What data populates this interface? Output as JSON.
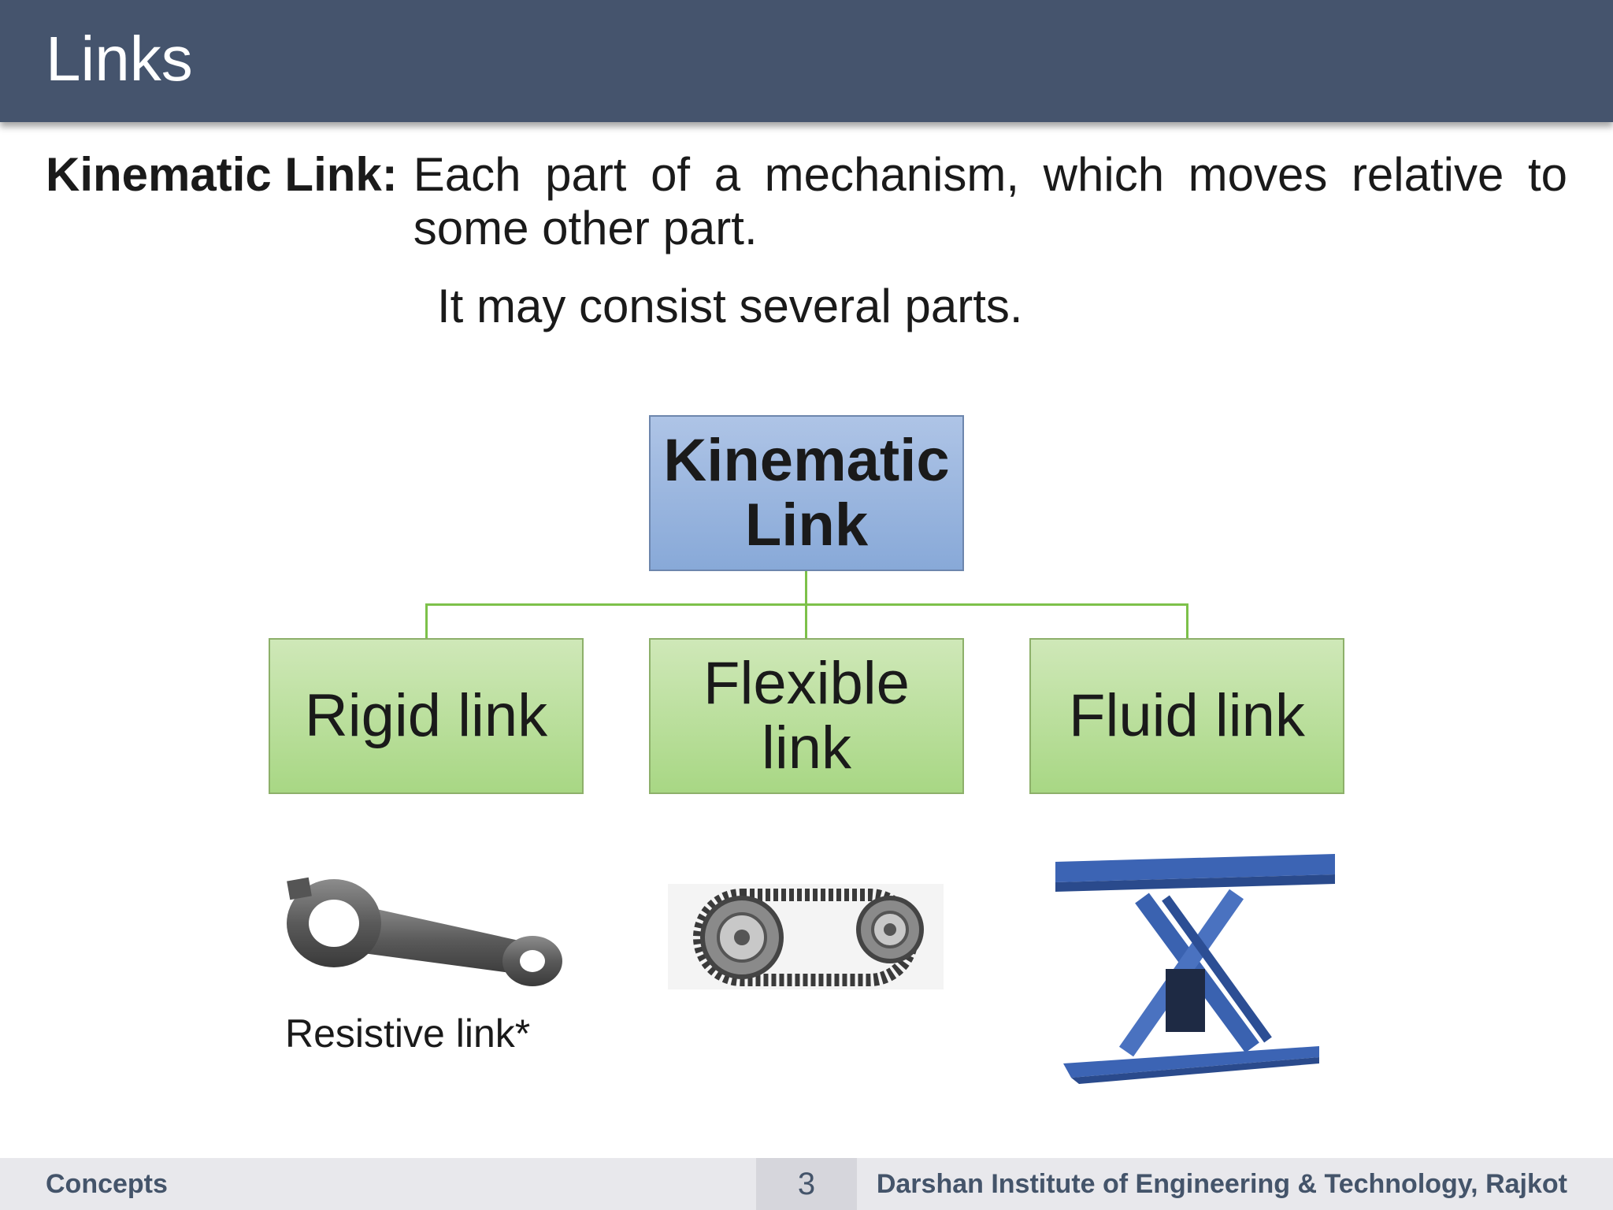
{
  "slide": {
    "title": "Links"
  },
  "definition": {
    "term": "Kinematic Link:",
    "text": "Each part of a mechanism, which moves relative to some other part.",
    "text2": "It may consist several parts."
  },
  "diagram": {
    "root": "Kinematic Link",
    "children": [
      {
        "label": "Rigid link"
      },
      {
        "label": "Flexible link"
      },
      {
        "label": "Fluid link"
      }
    ]
  },
  "images": {
    "rigid": {
      "caption": "Resistive link*"
    }
  },
  "colors": {
    "header_bg": "#45546d",
    "root_box": "#98b4df",
    "child_box": "#b9df9e",
    "connector": "#7dc14a"
  },
  "footer": {
    "left": "Concepts",
    "page": "3",
    "right": "Darshan Institute of Engineering & Technology, Rajkot"
  }
}
